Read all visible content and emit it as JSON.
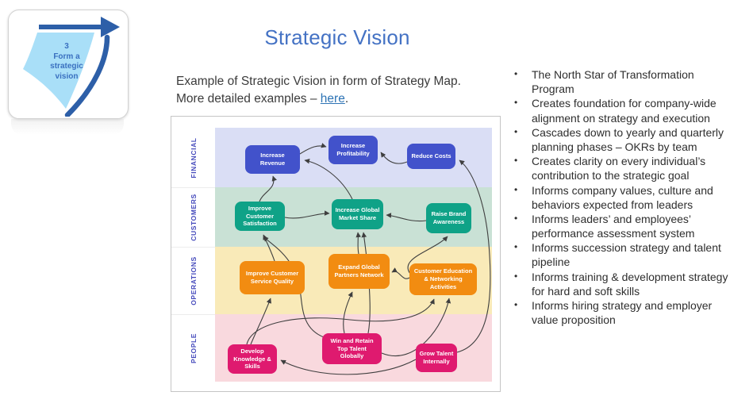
{
  "title": "Strategic Vision",
  "step_badge": {
    "number": "3",
    "lines": [
      "Form a",
      "strategic",
      "vision"
    ]
  },
  "intro": {
    "line1": "Example of Strategic Vision in form of Strategy Map.",
    "line2_prefix": "More detailed examples – ",
    "link_text": "here",
    "line2_suffix": "."
  },
  "strategy_map": {
    "rows": [
      {
        "label": "FINANCIAL",
        "band_color": "#dadef5",
        "box_color": "#4252cb",
        "boxes": [
          "Increase Revenue",
          "Increase Profitability",
          "Reduce Costs"
        ]
      },
      {
        "label": "CUSTOMERS",
        "band_color": "#c9e1d5",
        "box_color": "#0fa287",
        "boxes": [
          "Improve Customer Satisfaction",
          "Increase Global Market Share",
          "Raise Brand Awareness"
        ]
      },
      {
        "label": "OPERATIONS",
        "band_color": "#f9eab8",
        "box_color": "#f28c11",
        "boxes": [
          "Improve Customer Service Quality",
          "Expand Global Partners Network",
          "Customer Education & Networking Activities"
        ]
      },
      {
        "label": "PEOPLE",
        "band_color": "#f9d9de",
        "box_color": "#df1a6f",
        "boxes": [
          "Develop Knowledge & Skills",
          "Win and Retain Top Talent Globally",
          "Grow Talent Internally"
        ]
      }
    ]
  },
  "bullets": [
    "The North Star of Transformation Program",
    "Creates foundation for company-wide alignment on strategy and execution",
    "Cascades down to yearly and quarterly planning phases – OKRs by team",
    "Creates clarity on every individual’s contribution to the strategic goal",
    "Informs company values, culture and behaviors expected from leaders",
    "Informs leaders’ and employees’ performance assessment system",
    "Informs succession strategy and talent pipeline",
    "Informs training & development strategy for hard and soft skills",
    "Informs hiring strategy and employer value proposition"
  ],
  "colors": {
    "title": "#4472C4",
    "link": "#2E74B5",
    "row_label": "#4348bb",
    "arrow": "#3f3f3f",
    "badge_arrow": "#2d5fa8",
    "badge_shape": "#a9dff8"
  }
}
